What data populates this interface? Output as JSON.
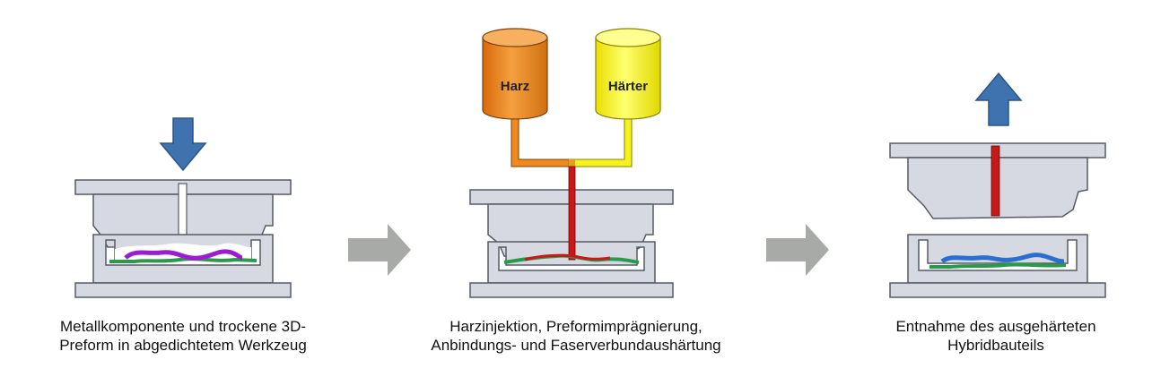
{
  "steps": [
    {
      "caption_line1": "Metallkomponente und trockene 3D-",
      "caption_line2": "Preform in abgedichtetem Werkzeug"
    },
    {
      "caption_line1": "Harzinjektion, Preformimprägnierung,",
      "caption_line2": "Anbindungs- und Faserverbundaushärtung",
      "tank_resin": "Harz",
      "tank_hardener": "Härter"
    },
    {
      "caption_line1": "Entnahme des ausgehärteten",
      "caption_line2": "Hybridbauteils"
    }
  ],
  "colors": {
    "mold_fill": "#d6d9e2",
    "mold_stroke": "#555a66",
    "arrow_blue": "#3f73b0",
    "flow_arrow_gray": "#a8aaa8",
    "resin_tank": "#f08a1c",
    "hardener_tank": "#f8f21c",
    "resin_channel": "#c81818",
    "preform_green": "#2a9a4a",
    "preform_purple": "#9a1ed0",
    "cured_part_blue": "#2a6fd0"
  },
  "icons": [
    "down-arrow-icon",
    "up-arrow-icon",
    "process-arrow-icon"
  ]
}
